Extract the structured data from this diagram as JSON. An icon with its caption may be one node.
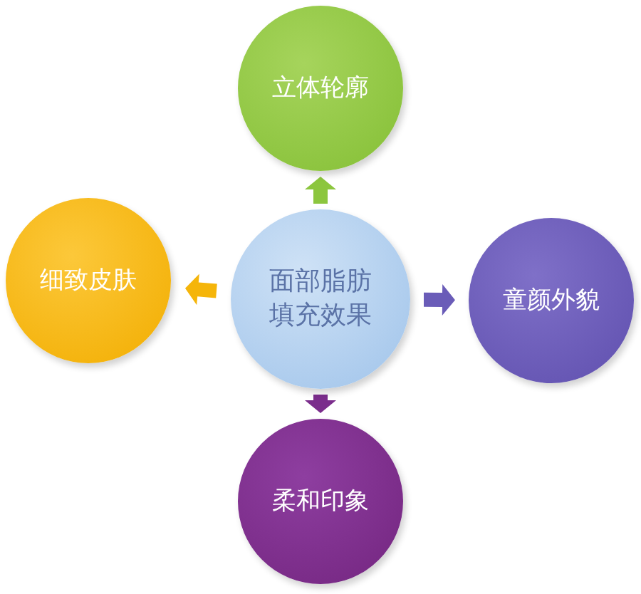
{
  "diagram": {
    "nodes": [
      {
        "text": [
          "面部脂肪填充效果"
        ]
      },
      {
        "text": [
          "立体轮廓"
        ]
      },
      {
        "text": [
          "细致皮肤"
        ]
      },
      {
        "text": [
          "童颜外貌"
        ]
      },
      {
        "text": [
          "柔和印象"
        ]
      }
    ],
    "edges": [
      {
        "from": 0,
        "to": 1,
        "arrow": "to",
        "color": "#8cc63e"
      },
      {
        "from": 0,
        "to": 2,
        "arrow": "to",
        "color": "#f5b50a"
      },
      {
        "from": 0,
        "to": 3,
        "arrow": "to",
        "color": "#6a5cb8"
      },
      {
        "from": 0,
        "to": 4,
        "arrow": "to",
        "color": "#7b2d8c"
      }
    ]
  }
}
